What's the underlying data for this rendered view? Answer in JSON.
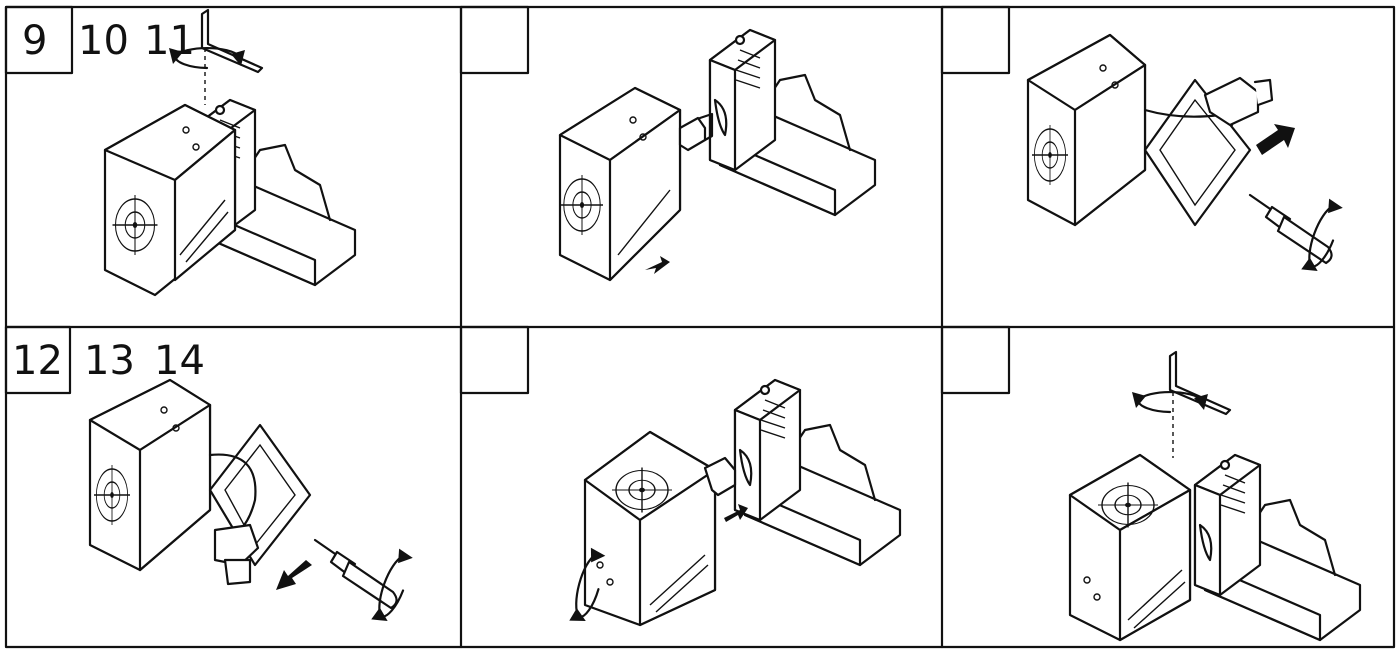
{
  "panels": [
    {
      "id": "p1",
      "labels": [
        "9",
        "10",
        "11"
      ]
    },
    {
      "id": "p2",
      "labels": []
    },
    {
      "id": "p3",
      "labels": []
    },
    {
      "id": "p4",
      "labels": [
        "12",
        "13",
        "14"
      ]
    },
    {
      "id": "p5",
      "labels": []
    },
    {
      "id": "p6",
      "labels": []
    }
  ],
  "icons": {
    "hex_key": "allen-key-icon",
    "screwdriver": "screwdriver-icon",
    "rotate": "rotate-arrow-icon",
    "move": "direction-arrow-icon"
  }
}
